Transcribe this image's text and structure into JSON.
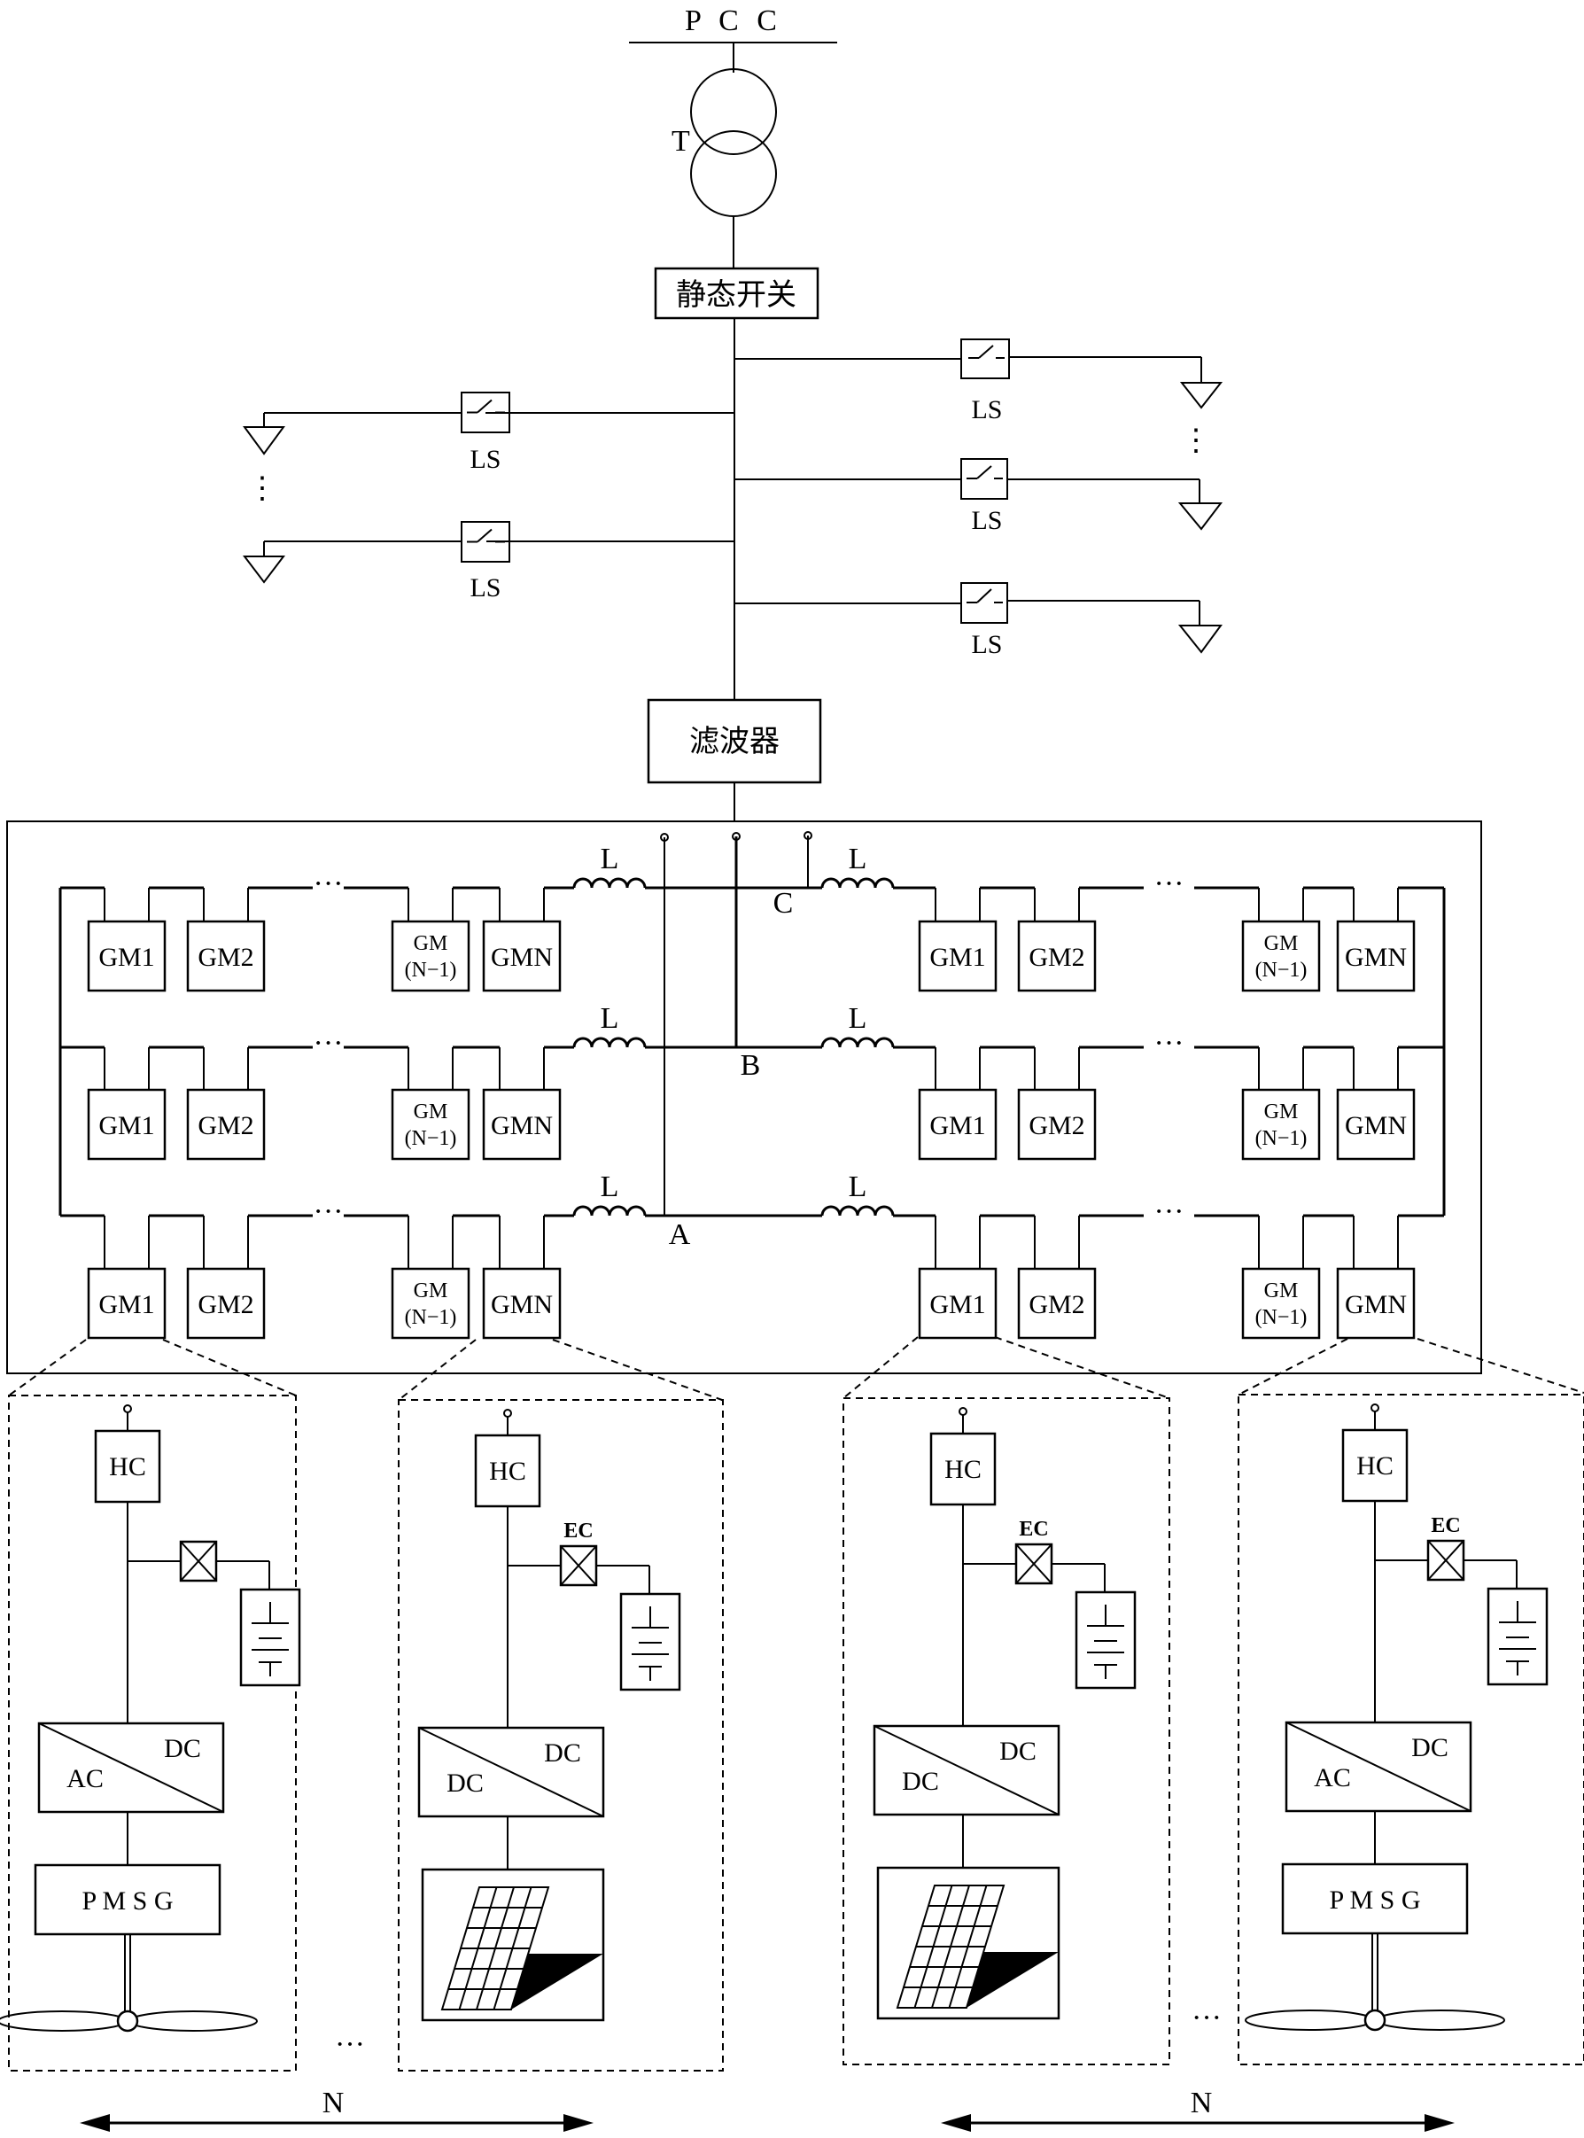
{
  "diagram": {
    "pcc_label": "P C C",
    "transformer_label": "T",
    "static_switch_label": "静态开关",
    "filter_label": "滤波器",
    "load_switch_label": "LS",
    "inductor_label": "L",
    "phase_labels": {
      "A": "A",
      "B": "B",
      "C": "C"
    },
    "ellipsis": "···",
    "vertical_ellipsis": "⋮",
    "left_loads": [
      {
        "switch": "LS"
      },
      {
        "switch": "LS"
      }
    ],
    "right_loads": [
      {
        "switch": "LS"
      },
      {
        "switch": "LS"
      },
      {
        "switch": "LS"
      }
    ],
    "gm_rows": [
      {
        "phase": "C",
        "left": [
          "GM1",
          "GM2",
          "GM",
          "GMN"
        ],
        "right": [
          "GM1",
          "GM2",
          "GM",
          "GMN"
        ]
      },
      {
        "phase": "B",
        "left": [
          "GM1",
          "GM2",
          "GM",
          "GMN"
        ],
        "right": [
          "GM1",
          "GM2",
          "GM",
          "GMN"
        ]
      },
      {
        "phase": "A",
        "left": [
          "GM1",
          "GM2",
          "GM",
          "GMN"
        ],
        "right": [
          "GM1",
          "GM2",
          "GM",
          "GMN"
        ]
      }
    ],
    "gm_n1_sub": "(N−1)",
    "modules": [
      {
        "hc": "HC",
        "ec": "",
        "converter_left": "AC",
        "converter_right": "DC",
        "source": "P M S G",
        "source_type": "wind"
      },
      {
        "hc": "HC",
        "ec": "EC",
        "converter_left": "DC",
        "converter_right": "DC",
        "source": "",
        "source_type": "pv"
      },
      {
        "hc": "HC",
        "ec": "EC",
        "converter_left": "DC",
        "converter_right": "DC",
        "source": "",
        "source_type": "pv"
      },
      {
        "hc": "HC",
        "ec": "EC",
        "converter_left": "AC",
        "converter_right": "DC",
        "source": "P M S G",
        "source_type": "wind"
      }
    ],
    "span_label": "N"
  }
}
